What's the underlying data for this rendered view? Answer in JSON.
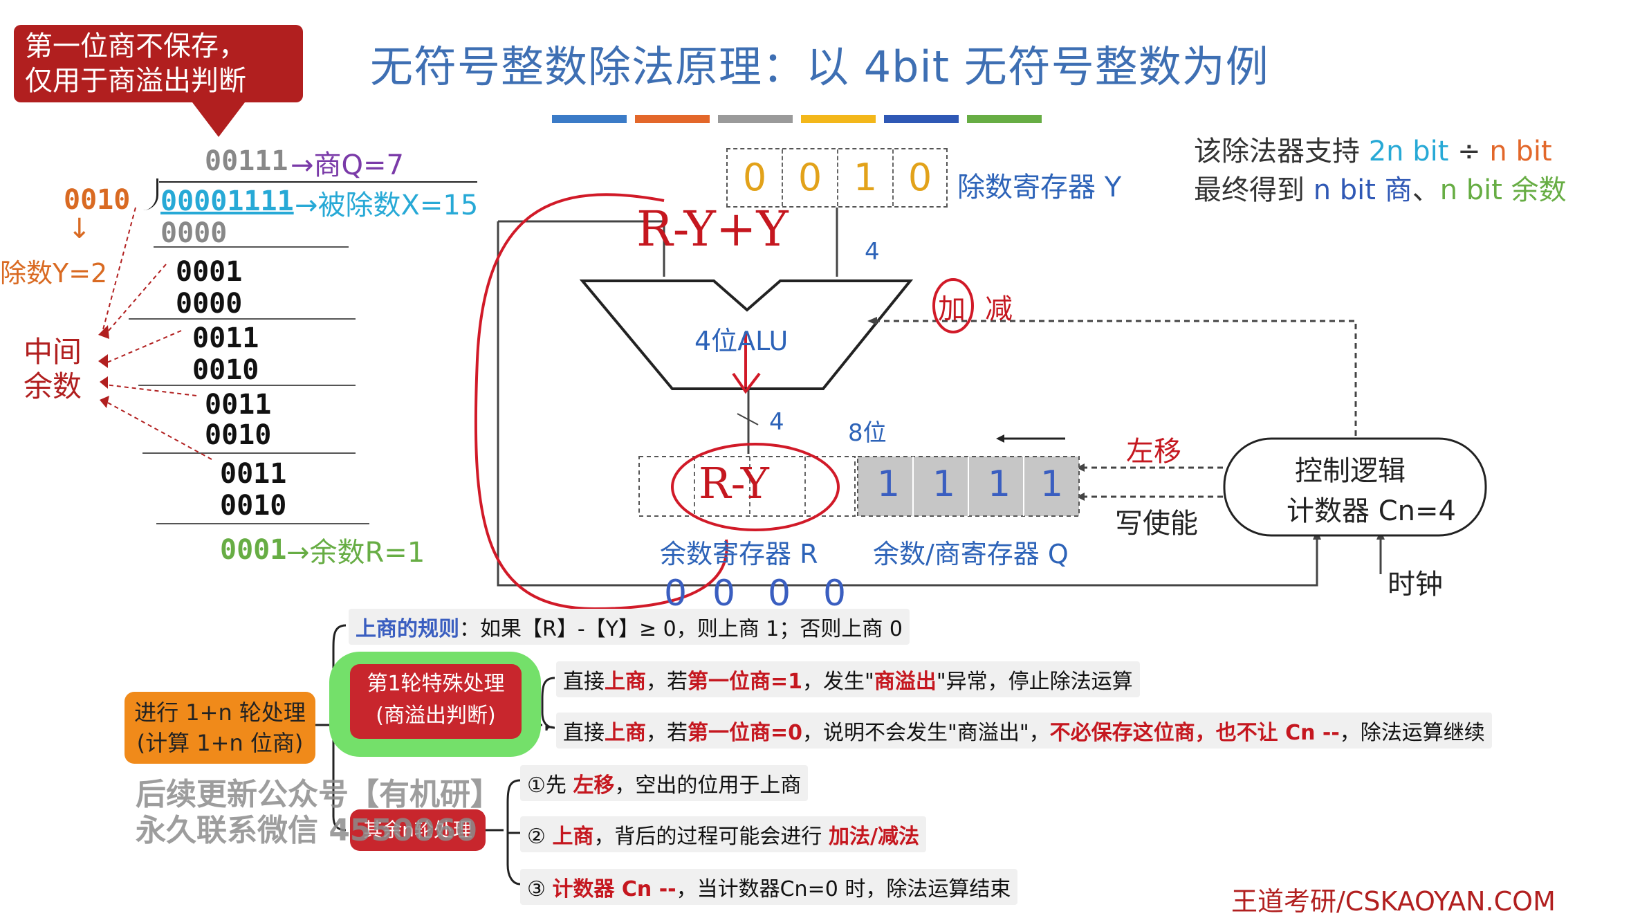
{
  "callout": {
    "line1": "第一位商不保存，",
    "line2": "仅用于商溢出判断"
  },
  "title": "无符号整数除法原理：以 4bit 无符号整数为例",
  "color_bar": [
    "#3b7bc7",
    "#e3672a",
    "#9a9a9a",
    "#f3b71a",
    "#2f58b5",
    "#67ad44"
  ],
  "info": {
    "line1_prefix": "该除法器支持",
    "line1_a": "2n bit",
    "line1_op": "÷",
    "line1_b": "n bit",
    "line2_prefix": "最终得到",
    "line2_a": "n bit 商",
    "line2_sep": "、",
    "line2_b": "n bit 余数"
  },
  "long_division": {
    "quotient": "00111",
    "quotient_label": "→商Q=7",
    "divisor_bits": "0010",
    "dividend": "00001111",
    "dividend_label": "→被除数X=15",
    "divisor_label": "除数Y=2",
    "middle_label_1": "中间",
    "middle_label_2": "余数",
    "steps": [
      "0000",
      "0001",
      "0000",
      "0011",
      "0010",
      "0011",
      "0010",
      "0011",
      "0010"
    ],
    "remainder": "0001",
    "remainder_label": "→余数R=1",
    "arrow_down": "↓"
  },
  "diagram": {
    "divisor_cells": [
      "0",
      "0",
      "1",
      "0"
    ],
    "divisor_reg_label": "除数寄存器 Y",
    "alu_label": "4位ALU",
    "add_label": "加",
    "sub_label": "减",
    "width_4": "4",
    "width_8": "8位",
    "shift_left": "左移",
    "write_enable": "写使能",
    "ctrl_line1": "控制逻辑",
    "ctrl_line2": "计数器 Cn=4",
    "clock": "时钟",
    "r_reg_label": "余数寄存器 R",
    "q_reg_label": "余数/商寄存器 Q",
    "r_content": "R-Y",
    "q_cells": [
      "1",
      "1",
      "1",
      "1"
    ],
    "handwritten_top": "R-Y+Y",
    "handwritten_bits": [
      "0",
      "0",
      "0",
      "0"
    ]
  },
  "mindmap": {
    "root_line1": "进行 1+n 轮处理",
    "root_line2": "(计算 1+n 位商)",
    "rule_prefix": "上商的规则",
    "rule_text": "：如果【R】-【Y】≥ 0，则上商 1；否则上商 0",
    "first_round_line1": "第1轮特殊处理",
    "first_round_line2": "(商溢出判断)",
    "fr_1": {
      "a": "直接",
      "b": "上商",
      "c": "，若",
      "d": "第一位商=1",
      "e": "，发生\"",
      "f": "商溢出",
      "g": "\"异常",
      "h": "，停止除法运算"
    },
    "fr_2": {
      "a": "直接",
      "b": "上商",
      "c": "，若",
      "d": "第一位商=0",
      "e": "，说明不会发生\"商溢出\"，",
      "f": "不必保存这位商，也不让 Cn --",
      "g": "，除法运算继续"
    },
    "other_rounds": "其余n轮处理",
    "step1": {
      "a": "①先 ",
      "b": "左移",
      "c": "，空出的位用于上商"
    },
    "step2": {
      "a": "② ",
      "b": "上商",
      "c": "，背后的过程可能会进行 ",
      "d": "加法/减法"
    },
    "step3": {
      "a": "③ ",
      "b": "计数器 Cn --",
      "c": "，当计数器Cn=0 时，除法运算结束"
    }
  },
  "watermark": {
    "line1": "后续更新公众号【有机研】",
    "line2": "永久联系微信 4550060"
  },
  "footer": "王道考研/CSKAOYAN.COM"
}
